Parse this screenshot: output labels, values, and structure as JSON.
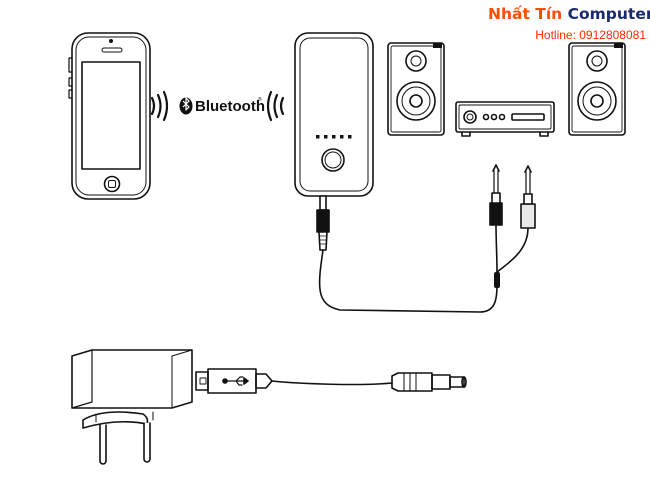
{
  "brand": {
    "name_part1": "Nhất",
    "name_part2": "Tín",
    "name_part3": "Computer",
    "hotline": "Hotline: 0912808081",
    "accent_color": "#ff4d00",
    "secondary_color": "#1a2a6c",
    "hotline_color": "#ff2b00"
  },
  "bluetooth": {
    "label": "Bluetooth",
    "registered_mark": "®",
    "icon": "bluetooth-icon"
  },
  "devices": [
    {
      "name": "smartphone",
      "icon": "phone-icon"
    },
    {
      "name": "bluetooth-receiver",
      "icon": "receiver-icon"
    },
    {
      "name": "speaker-left",
      "icon": "speaker-icon"
    },
    {
      "name": "amplifier",
      "icon": "amplifier-icon"
    },
    {
      "name": "speaker-right",
      "icon": "speaker-icon"
    },
    {
      "name": "power-adapter",
      "icon": "power-adapter-icon"
    },
    {
      "name": "usb-cable",
      "icon": "usb-icon"
    },
    {
      "name": "audio-cable",
      "icon": "audio-cable-icon"
    }
  ],
  "colors": {
    "line": "#111111",
    "plug_white": "#e8e8e8"
  }
}
